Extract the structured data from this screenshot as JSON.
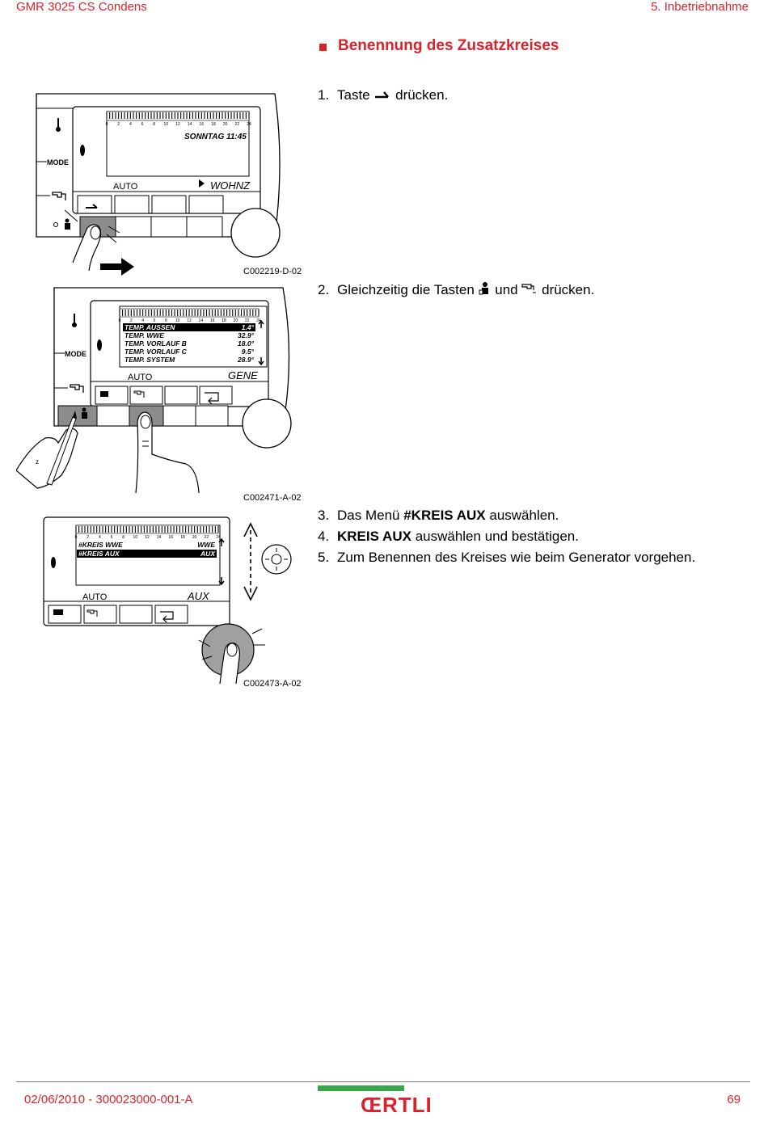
{
  "header": {
    "left": "GMR 3025 CS Condens",
    "right": "5.  Inbetriebnahme"
  },
  "section": {
    "title": "Benennung des Zusatzkreises"
  },
  "steps": [
    {
      "num": "1.",
      "pre": "Taste",
      "post": "drücken."
    },
    {
      "num": "2.",
      "pre": "Gleichzeitig die Tasten",
      "mid": "und",
      "post": "drücken."
    },
    {
      "num": "3.",
      "pre": "Das Menü",
      "bold": "#KREIS AUX",
      "post": "auswählen."
    },
    {
      "num": "4.",
      "bold": "KREIS AUX",
      "post": "auswählen und bestätigen."
    },
    {
      "num": "5.",
      "text": "Zum Benennen des Kreises wie beim Generator vorgehen."
    }
  ],
  "figure1": {
    "caption": "C002219-D-02",
    "mode_label": "MODE",
    "time_label": "SONNTAG 11:45",
    "auto_label": "AUTO",
    "zone_label": "WOHNZ",
    "scale": [
      "0",
      "2",
      "4",
      "6",
      "8",
      "10",
      "12",
      "14",
      "16",
      "18",
      "20",
      "22",
      "24"
    ]
  },
  "figure2": {
    "caption": "C002471-A-02",
    "mode_label": "MODE",
    "auto_label": "AUTO",
    "zone_label": "GENE",
    "scale": [
      "0",
      "2",
      "4",
      "6",
      "8",
      "10",
      "12",
      "14",
      "16",
      "18",
      "20",
      "22",
      "24"
    ],
    "rows": [
      {
        "label": "TEMP. AUSSEN",
        "value": "1.4°"
      },
      {
        "label": "TEMP. WWE",
        "value": "32.9°"
      },
      {
        "label": "TEMP. VORLAUF B",
        "value": "18.0°"
      },
      {
        "label": "TEMP. VORLAUF C",
        "value": "9.5°"
      },
      {
        "label": "TEMP. SYSTEM",
        "value": "28.9°"
      }
    ]
  },
  "figure3": {
    "caption": "C002473-A-02",
    "auto_label": "AUTO",
    "zone_label": "AUX",
    "scale": [
      "0",
      "2",
      "4",
      "6",
      "8",
      "10",
      "12",
      "14",
      "16",
      "18",
      "20",
      "22",
      "24"
    ],
    "rows": [
      {
        "label": "#KREIS  WWE",
        "value": "WWE"
      },
      {
        "label": "#KREIS AUX",
        "value": "AUX"
      }
    ]
  },
  "footer": {
    "left": "02/06/2010  - 300023000-001-A",
    "logo": "ŒRTLI",
    "page": "69"
  },
  "colors": {
    "accent": "#d8232a",
    "green": "#3aa64a",
    "button_gray": "#8c8c8c"
  }
}
